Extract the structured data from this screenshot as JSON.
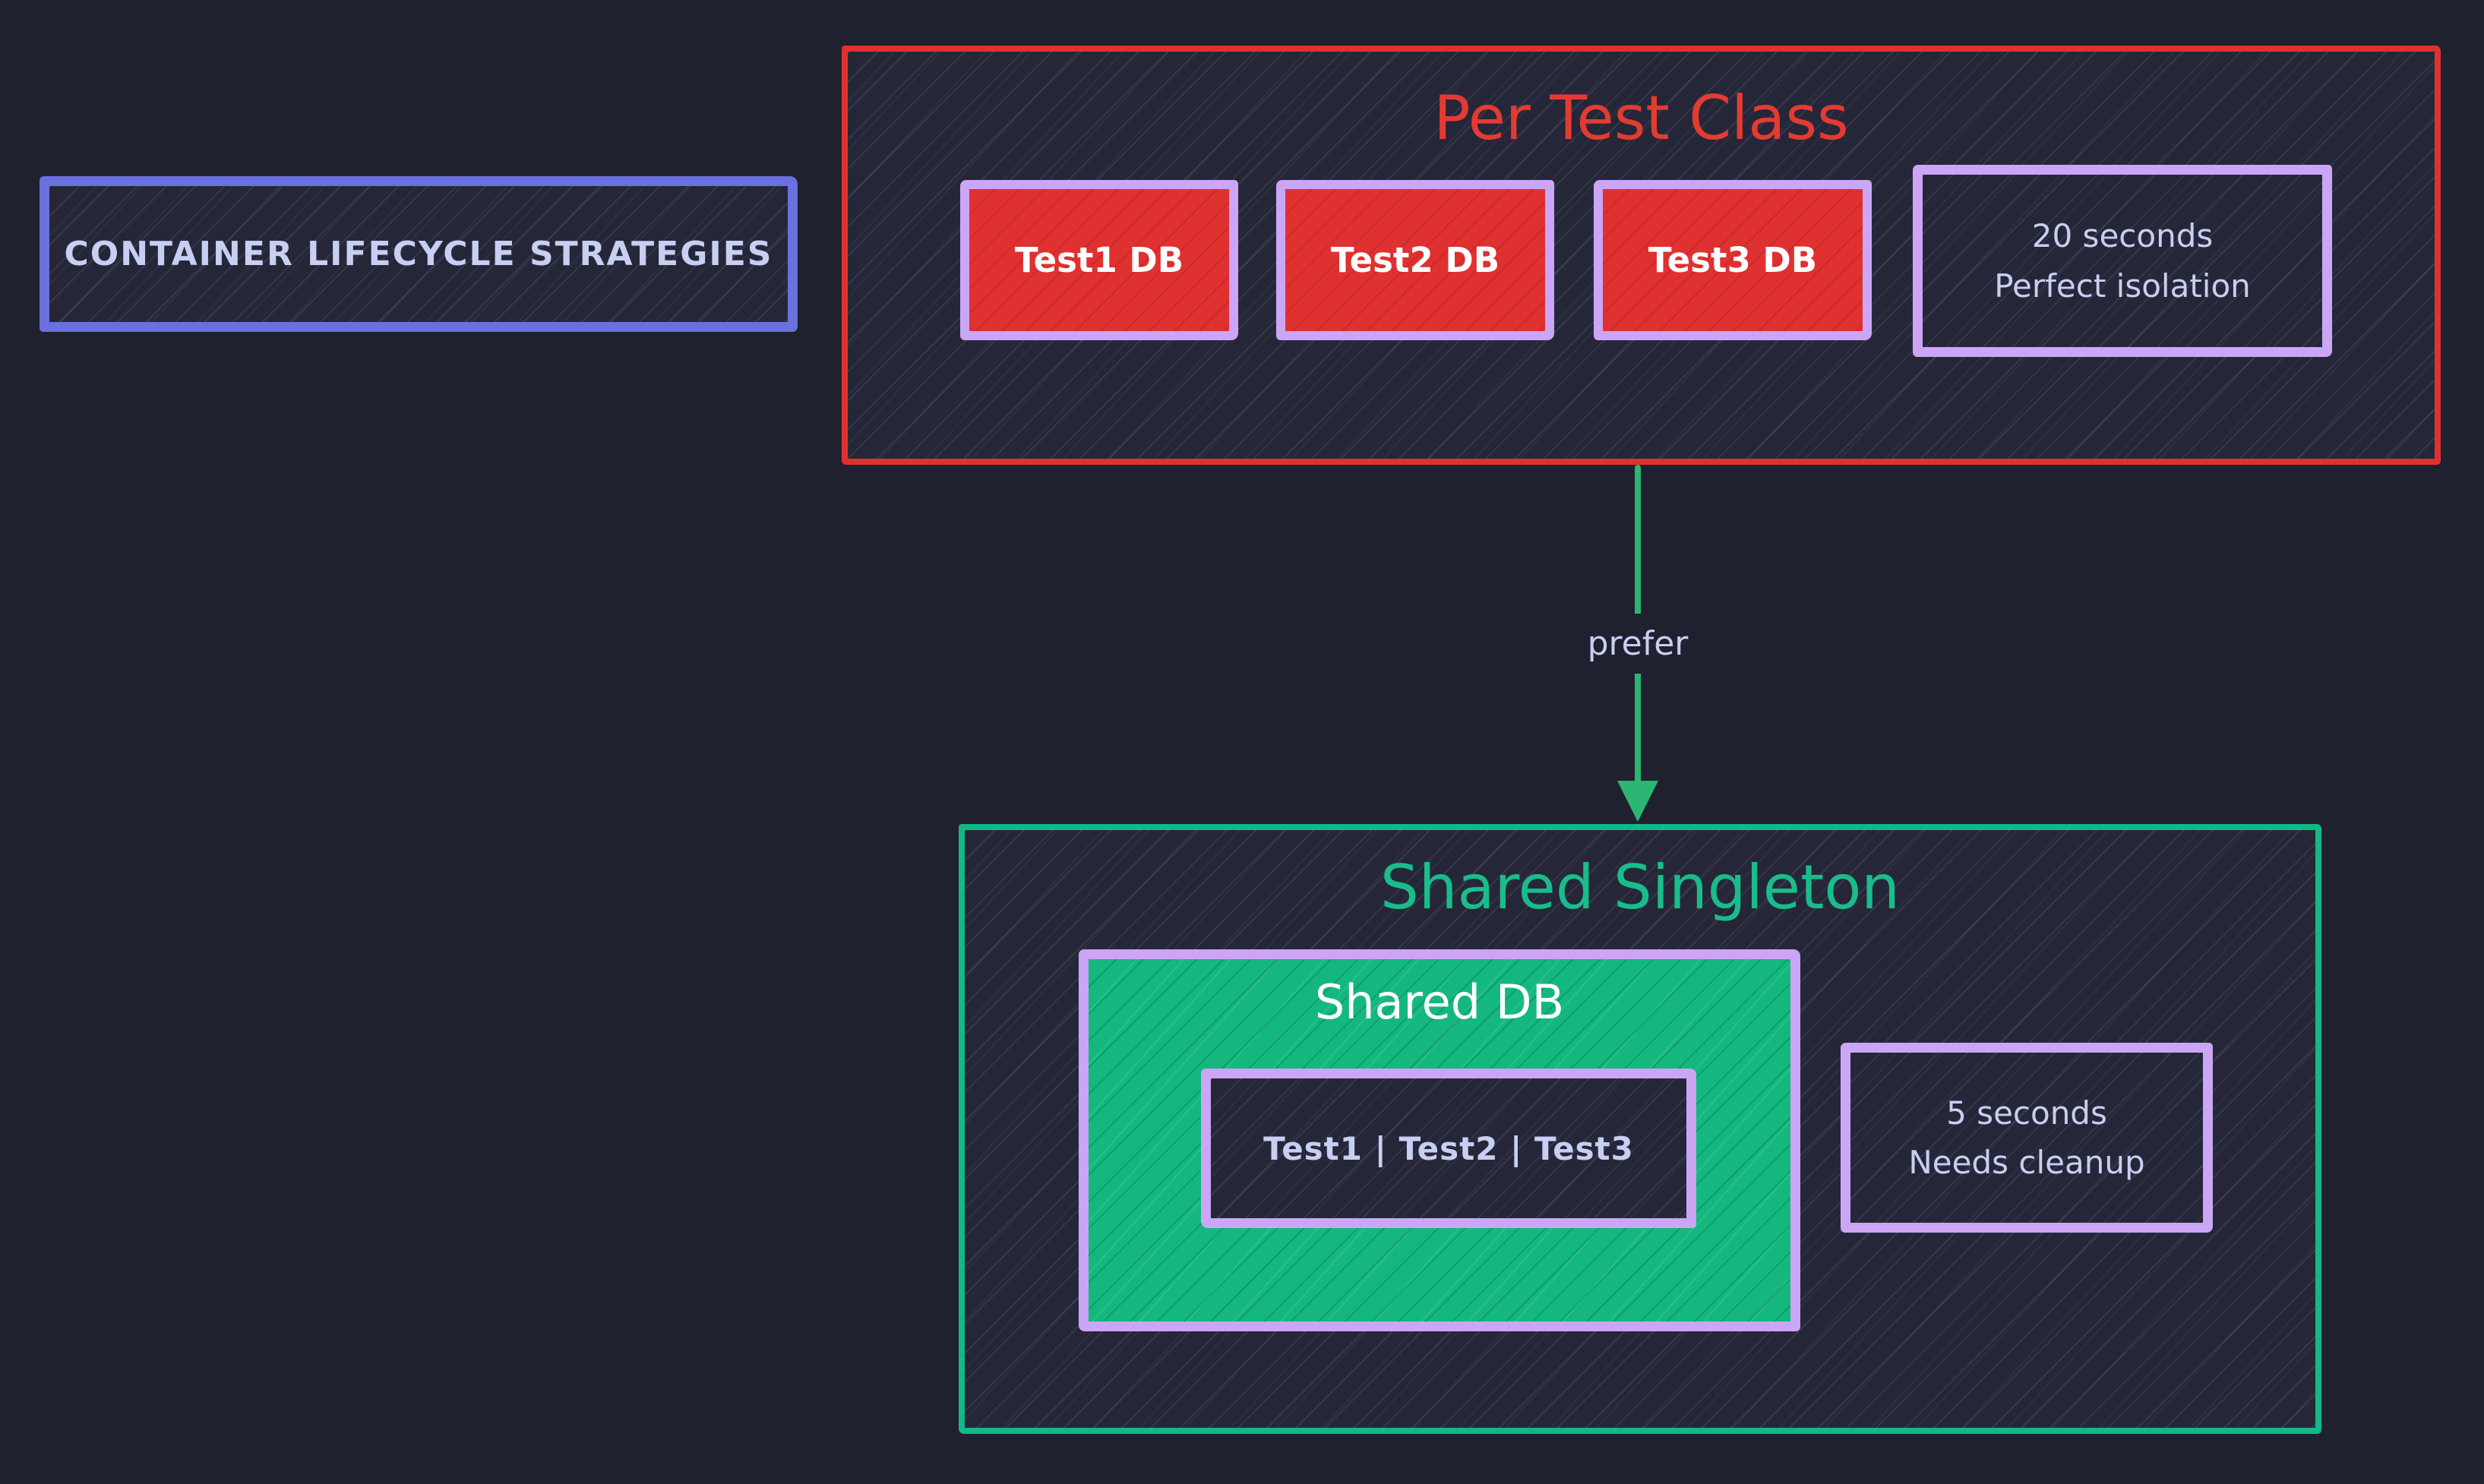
{
  "title_box": {
    "label": "CONTAINER LIFECYCLE STRATEGIES"
  },
  "per_test_class": {
    "title": "Per Test Class",
    "test_boxes": [
      "Test1 DB",
      "Test2 DB",
      "Test3 DB"
    ],
    "note_line1": "20 seconds",
    "note_line2": "Perfect isolation"
  },
  "arrow": {
    "label": "prefer"
  },
  "shared_singleton": {
    "title": "Shared Singleton",
    "shared_db_title": "Shared DB",
    "tests_label": "Test1 | Test2 | Test3",
    "note_line1": "5 seconds",
    "note_line2": "Needs cleanup"
  },
  "colors": {
    "canvas_bg": "#1f212e",
    "box_bg": "#252738",
    "blue_border": "#6a70dd",
    "red": "#e03131",
    "red_text": "#e33b32",
    "lavender": "#cba6f7",
    "green": "#12b886",
    "green_fill": "#14b87f",
    "green_text": "#19bd8b",
    "arrow_green": "#2bb673",
    "text_light": "#c7cff2",
    "white": "#ffffff"
  }
}
